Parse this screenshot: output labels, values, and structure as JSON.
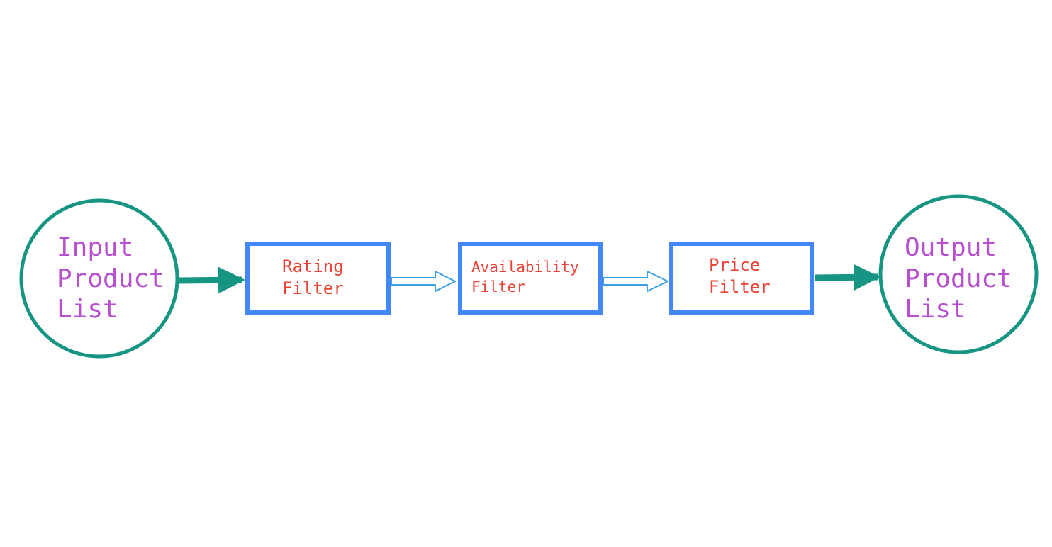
{
  "colors": {
    "circle_stroke": "#179583",
    "io_text": "#b84fd0",
    "filter_stroke": "#4386f5",
    "filter_text": "#ea4336",
    "hollow_arrow": "#3aa0e6",
    "solid_arrow": "#179583"
  },
  "input_node": {
    "line1": "Input",
    "line2": "Product",
    "line3": "List"
  },
  "filters": [
    {
      "line1": "Rating",
      "line2": "Filter"
    },
    {
      "line1": "Availability",
      "line2": "Filter"
    },
    {
      "line1": "Price",
      "line2": "Filter"
    }
  ],
  "output_node": {
    "line1": "Output",
    "line2": "Product",
    "line3": "List"
  }
}
